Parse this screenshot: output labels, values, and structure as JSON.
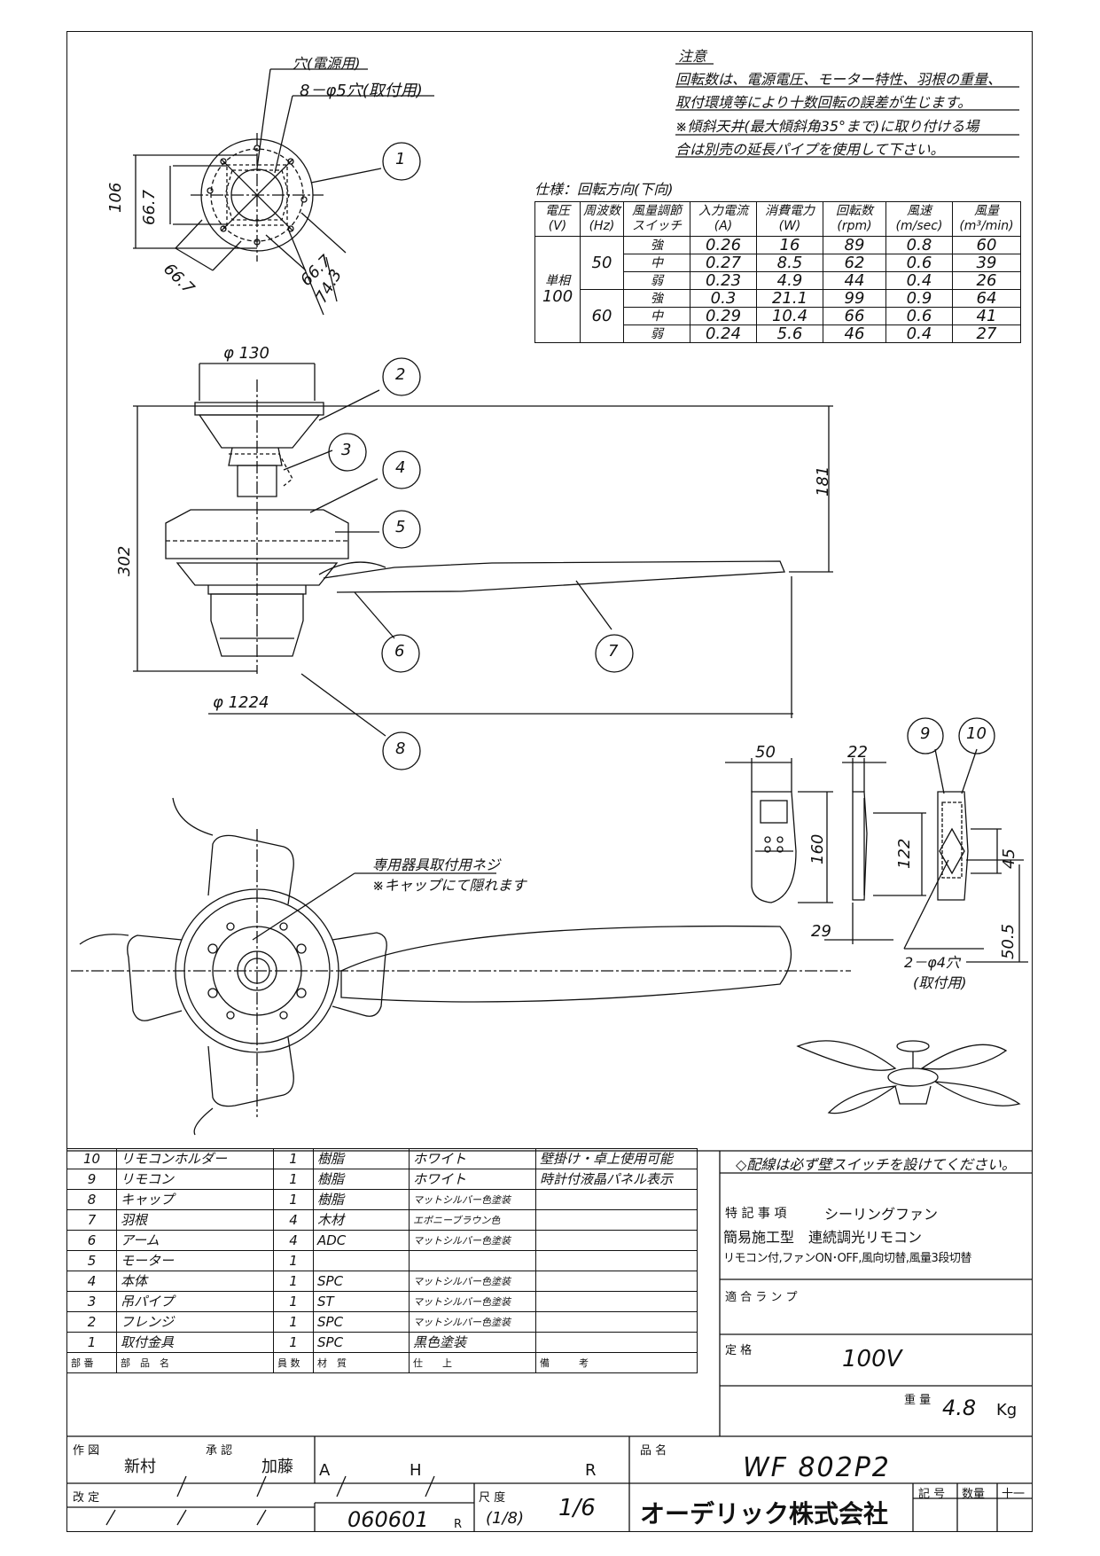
{
  "notes": {
    "title": "注意",
    "line1": "回転数は、電源電圧、モーター特性、羽根の重量、",
    "line2": "取付環境等により十数回転の誤差が生じます。",
    "line3": "※傾斜天井(最大傾斜角35°まで)に取り付ける場",
    "line4": "合は別売の延長パイプを使用して下さい。"
  },
  "top_view": {
    "hole_power": "穴(電源用)",
    "hole_mount": "8－φ5穴(取付用)",
    "dim_106": "106",
    "dim_667_a": "66.7",
    "dim_667_b": "66.7",
    "dim_667_c": "66.7",
    "dim_743": "74.3",
    "callout_1": "1"
  },
  "spec_table": {
    "caption": "仕様：回転方向(下向)",
    "headers": [
      [
        "電圧",
        "(V)"
      ],
      [
        "周波数",
        "(Hz)"
      ],
      [
        "風量調節",
        "スイッチ"
      ],
      [
        "入力電流",
        "(A)"
      ],
      [
        "消費電力",
        "(W)"
      ],
      [
        "回転数",
        "(rpm)"
      ],
      [
        "風速",
        "(m/sec)"
      ],
      [
        "風量",
        "(m³/min)"
      ]
    ],
    "voltage": [
      "単相",
      "100"
    ],
    "rows_50": {
      "hz": "50",
      "rows": [
        [
          "強",
          "0.26",
          "16",
          "89",
          "0.8",
          "60"
        ],
        [
          "中",
          "0.27",
          "8.5",
          "62",
          "0.6",
          "39"
        ],
        [
          "弱",
          "0.23",
          "4.9",
          "44",
          "0.4",
          "26"
        ]
      ]
    },
    "rows_60": {
      "hz": "60",
      "rows": [
        [
          "強",
          "0.3",
          "21.1",
          "99",
          "0.9",
          "64"
        ],
        [
          "中",
          "0.29",
          "10.4",
          "66",
          "0.6",
          "41"
        ],
        [
          "弱",
          "0.24",
          "5.6",
          "46",
          "0.4",
          "27"
        ]
      ]
    }
  },
  "side_view": {
    "dim_130": "φ 130",
    "dim_181": "181",
    "dim_302": "302",
    "dim_1224": "φ 1224",
    "callouts": [
      "2",
      "3",
      "4",
      "5",
      "6",
      "7",
      "8"
    ]
  },
  "remote": {
    "dim_50": "50",
    "dim_22": "22",
    "dim_160": "160",
    "dim_29": "29",
    "dim_122": "122",
    "dim_45": "45",
    "dim_505": "50.5",
    "holes": "2－φ4穴",
    "holes_sub": "(取付用)",
    "callout_9": "9",
    "callout_10": "10"
  },
  "bottom_view": {
    "screw_note": "専用器具取付用ネジ",
    "screw_note2": "※キャップにて隠れます"
  },
  "parts": [
    {
      "no": "10",
      "name": "リモコンホルダー",
      "qty": "1",
      "material": "樹脂",
      "finish": "ホワイト",
      "remark": "壁掛け・卓上使用可能"
    },
    {
      "no": "9",
      "name": "リモコン",
      "qty": "1",
      "material": "樹脂",
      "finish": "ホワイト",
      "remark": "時計付液晶パネル表示"
    },
    {
      "no": "8",
      "name": "キャップ",
      "qty": "1",
      "material": "樹脂",
      "finish": "マットシルバー色塗装",
      "remark": ""
    },
    {
      "no": "7",
      "name": "羽根",
      "qty": "4",
      "material": "木材",
      "finish": "エボニーブラウン色",
      "remark": ""
    },
    {
      "no": "6",
      "name": "アーム",
      "qty": "4",
      "material": "ADC",
      "finish": "マットシルバー色塗装",
      "remark": ""
    },
    {
      "no": "5",
      "name": "モーター",
      "qty": "1",
      "material": "",
      "finish": "",
      "remark": ""
    },
    {
      "no": "4",
      "name": "本体",
      "qty": "1",
      "material": "SPC",
      "finish": "マットシルバー色塗装",
      "remark": ""
    },
    {
      "no": "3",
      "name": "吊パイプ",
      "qty": "1",
      "material": "ST",
      "finish": "マットシルバー色塗装",
      "remark": ""
    },
    {
      "no": "2",
      "name": "フレンジ",
      "qty": "1",
      "material": "SPC",
      "finish": "マットシルバー色塗装",
      "remark": ""
    },
    {
      "no": "1",
      "name": "取付金具",
      "qty": "1",
      "material": "SPC",
      "finish": "黒色塗装",
      "remark": ""
    }
  ],
  "parts_header": {
    "no": "部 番",
    "name": "部　品　名",
    "qty": "員 数",
    "material": "材　質",
    "finish": "仕　　上",
    "remark": "備　　　考"
  },
  "right_panel": {
    "wiring": "◇配線は必ず壁スイッチを設けてください。",
    "special_label": "特 記 事 項",
    "special_value": "シーリングファン",
    "line2": "簡易施工型　連続調光リモコン",
    "line3": "リモコン付,ファンON･OFF,風向切替,風量3段切替",
    "lamp_label": "適 合 ラ ン プ",
    "rating_label": "定 格",
    "rating_value": "100V",
    "weight_label": "重 量",
    "weight_value": "4.8",
    "weight_unit": "Kg"
  },
  "title_block": {
    "drawn_label": "作 図",
    "drawn_by": "新村",
    "approved_label": "承 認",
    "approved_by": "加藤",
    "rev_a": "A",
    "rev_h": "H",
    "rev_r": "R",
    "product_label": "品 名",
    "product": "WF 802P2",
    "revised_label": "改 定",
    "date": "060601",
    "date_suffix": "R",
    "scale_label": "尺 度",
    "scale_paren": "(1/8)",
    "scale": "1/6",
    "company": "オーデリック株式会社",
    "symbol_label": "記 号",
    "qty_label": "数量",
    "plusminus": "十一"
  }
}
